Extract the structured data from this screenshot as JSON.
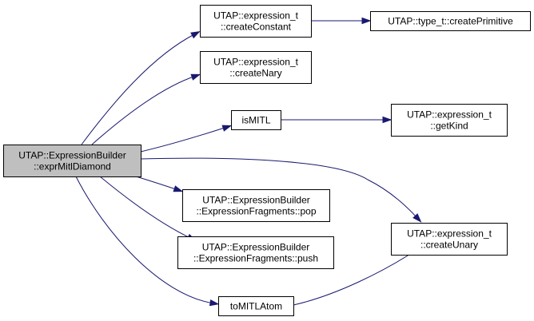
{
  "nodes": [
    {
      "id": "root",
      "lines": [
        "UTAP::ExpressionBuilder",
        "::exprMitlDiamond"
      ],
      "highlighted": true
    },
    {
      "id": "createConstant",
      "lines": [
        "UTAP::expression_t",
        "::createConstant"
      ]
    },
    {
      "id": "createPrimitive",
      "lines": [
        "UTAP::type_t::createPrimitive"
      ]
    },
    {
      "id": "createNary",
      "lines": [
        "UTAP::expression_t",
        "::createNary"
      ]
    },
    {
      "id": "isMITL",
      "lines": [
        "isMITL"
      ]
    },
    {
      "id": "getKind",
      "lines": [
        "UTAP::expression_t",
        "::getKind"
      ]
    },
    {
      "id": "pop",
      "lines": [
        "UTAP::ExpressionBuilder",
        "::ExpressionFragments::pop"
      ]
    },
    {
      "id": "createUnary",
      "lines": [
        "UTAP::expression_t",
        "::createUnary"
      ]
    },
    {
      "id": "push",
      "lines": [
        "UTAP::ExpressionBuilder",
        "::ExpressionFragments::push"
      ]
    },
    {
      "id": "toMITLAtom",
      "lines": [
        "toMITLAtom"
      ]
    }
  ],
  "edges": [
    {
      "from": "root",
      "to": "createConstant"
    },
    {
      "from": "root",
      "to": "createNary"
    },
    {
      "from": "root",
      "to": "isMITL"
    },
    {
      "from": "root",
      "to": "createUnary"
    },
    {
      "from": "root",
      "to": "pop"
    },
    {
      "from": "root",
      "to": "push"
    },
    {
      "from": "root",
      "to": "toMITLAtom"
    },
    {
      "from": "createConstant",
      "to": "createPrimitive"
    },
    {
      "from": "isMITL",
      "to": "getKind"
    },
    {
      "from": "toMITLAtom",
      "to": "createUnary"
    }
  ],
  "colors": {
    "edge": "#191970",
    "highlight_fill": "#bfbfbf",
    "border": "#000000"
  }
}
